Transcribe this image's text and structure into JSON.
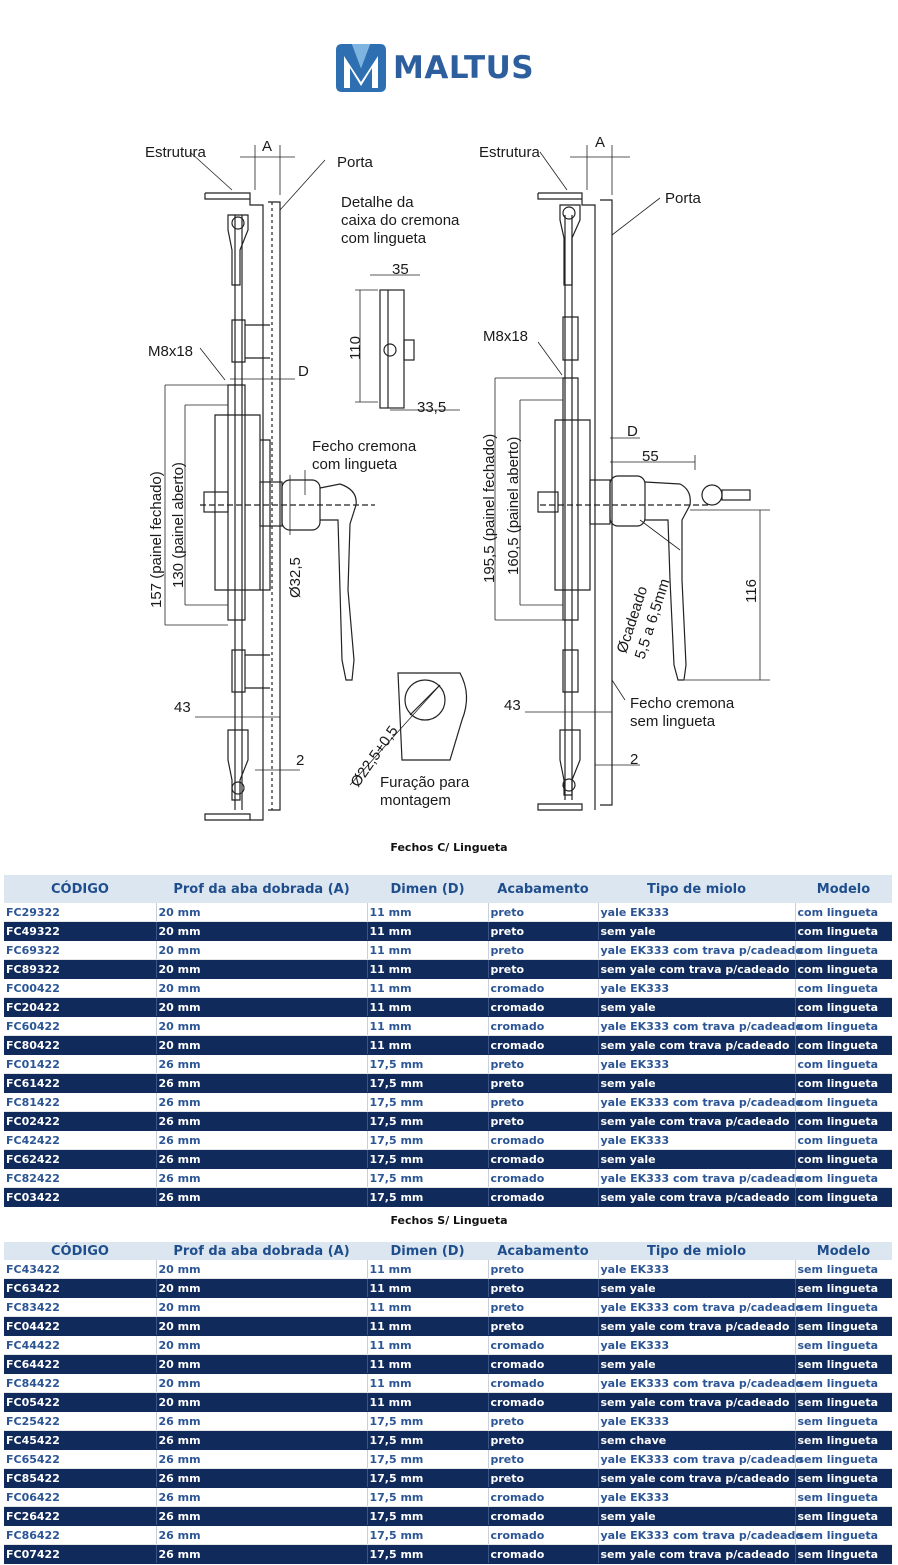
{
  "logo": {
    "text": "MALTUS",
    "brand_color": "#2d5f9e"
  },
  "drawing": {
    "left": {
      "estrutura": "Estrutura",
      "a": "A",
      "porta": "Porta",
      "m8": "M8x18",
      "d": "D",
      "dim157": "157 (painel fechado)",
      "dim130": "130 (painel aberto)",
      "dim32": "Ø32,5",
      "dim43": "43",
      "dim2": "2",
      "detalhe": [
        "Detalhe da",
        "caixa do cremona",
        "com lingueta"
      ],
      "d35": "35",
      "d110": "110",
      "d33": "33,5",
      "fecho": [
        "Fecho cremona",
        "com lingueta"
      ],
      "furo_dim": "Ø22,5+0,5",
      "furacao": [
        "Furação para",
        "montagem"
      ]
    },
    "right": {
      "estrutura": "Estrutura",
      "a": "A",
      "porta": "Porta",
      "m8": "M8x18",
      "d": "D",
      "d55": "55",
      "dim195": "195,5 (painel fechado)",
      "dim160": "160,5 (painel aberto)",
      "cadeado": [
        "Øcadeado",
        "5,5 a 6,5mm"
      ],
      "d116": "116",
      "dim43": "43",
      "dim2": "2",
      "fecho": [
        "Fecho cremona",
        "sem lingueta"
      ]
    }
  },
  "colors": {
    "header_bg": "#dce6f0",
    "header_text": "#1f4e8c",
    "dark_row_bg": "#102a5b",
    "light_row_text": "#2b5594"
  },
  "table1": {
    "caption": "Fechos C/ Lingueta",
    "headers": [
      "CÓDIGO",
      "Prof da aba dobrada (A)",
      "Dimen (D)",
      "Acabamento",
      "Tipo de miolo",
      "Modelo"
    ],
    "rows": [
      [
        "FC29322",
        "20 mm",
        "11 mm",
        "preto",
        "yale EK333",
        "com lingueta"
      ],
      [
        "FC49322",
        "20 mm",
        "11 mm",
        "preto",
        "sem yale",
        "com lingueta"
      ],
      [
        "FC69322",
        "20 mm",
        "11 mm",
        "preto",
        "yale EK333 com trava p/cadeado",
        "com lingueta"
      ],
      [
        "FC89322",
        "20 mm",
        "11 mm",
        "preto",
        "sem yale com trava p/cadeado",
        "com lingueta"
      ],
      [
        "FC00422",
        "20 mm",
        "11 mm",
        "cromado",
        "yale EK333",
        "com lingueta"
      ],
      [
        "FC20422",
        "20 mm",
        "11 mm",
        "cromado",
        "sem yale",
        "com lingueta"
      ],
      [
        "FC60422",
        "20 mm",
        "11 mm",
        "cromado",
        "yale EK333 com trava p/cadeado",
        "com lingueta"
      ],
      [
        "FC80422",
        "20 mm",
        "11 mm",
        "cromado",
        "sem yale com trava p/cadeado",
        "com lingueta"
      ],
      [
        "FC01422",
        "26 mm",
        "17,5 mm",
        "preto",
        "yale EK333",
        "com lingueta"
      ],
      [
        "FC61422",
        "26 mm",
        "17,5 mm",
        "preto",
        "sem yale",
        "com lingueta"
      ],
      [
        "FC81422",
        "26 mm",
        "17,5 mm",
        "preto",
        "yale EK333 com trava p/cadeado",
        "com lingueta"
      ],
      [
        "FC02422",
        "26 mm",
        "17,5 mm",
        "preto",
        "sem yale com trava p/cadeado",
        "com lingueta"
      ],
      [
        "FC42422",
        "26 mm",
        "17,5 mm",
        "cromado",
        "yale EK333",
        "com lingueta"
      ],
      [
        "FC62422",
        "26 mm",
        "17,5 mm",
        "cromado",
        "sem yale",
        "com lingueta"
      ],
      [
        "FC82422",
        "26 mm",
        "17,5 mm",
        "cromado",
        "yale EK333 com trava p/cadeado",
        "com lingueta"
      ],
      [
        "FC03422",
        "26 mm",
        "17,5 mm",
        "cromado",
        "sem yale com trava p/cadeado",
        "com lingueta"
      ]
    ]
  },
  "table2": {
    "caption": "Fechos S/ Lingueta",
    "headers": [
      "CÓDIGO",
      "Prof da aba dobrada (A)",
      "Dimen (D)",
      "Acabamento",
      "Tipo de miolo",
      "Modelo"
    ],
    "rows": [
      [
        "FC43422",
        "20 mm",
        "11 mm",
        "preto",
        "yale EK333",
        "sem lingueta"
      ],
      [
        "FC63422",
        "20 mm",
        "11 mm",
        "preto",
        "sem yale",
        "sem lingueta"
      ],
      [
        "FC83422",
        "20 mm",
        "11 mm",
        "preto",
        "yale EK333 com trava p/cadeado",
        "sem lingueta"
      ],
      [
        "FC04422",
        "20 mm",
        "11 mm",
        "preto",
        "sem yale com trava p/cadeado",
        "sem lingueta"
      ],
      [
        "FC44422",
        "20 mm",
        "11 mm",
        "cromado",
        "yale EK333",
        "sem lingueta"
      ],
      [
        "FC64422",
        "20 mm",
        "11 mm",
        "cromado",
        "sem yale",
        "sem lingueta"
      ],
      [
        "FC84422",
        "20 mm",
        "11 mm",
        "cromado",
        "yale EK333 com trava p/cadeado",
        "sem lingueta"
      ],
      [
        "FC05422",
        "20 mm",
        "11 mm",
        "cromado",
        "sem yale com trava p/cadeado",
        "sem lingueta"
      ],
      [
        "FC25422",
        "26 mm",
        "17,5 mm",
        "preto",
        "yale EK333",
        "sem lingueta"
      ],
      [
        "FC45422",
        "26 mm",
        "17,5 mm",
        "preto",
        "sem chave",
        "sem lingueta"
      ],
      [
        "FC65422",
        "26 mm",
        "17,5 mm",
        "preto",
        "yale EK333 com trava p/cadeado",
        "sem lingueta"
      ],
      [
        "FC85422",
        "26 mm",
        "17,5 mm",
        "preto",
        "sem yale com trava p/cadeado",
        "sem lingueta"
      ],
      [
        "FC06422",
        "26 mm",
        "17,5 mm",
        "cromado",
        "yale EK333",
        "sem lingueta"
      ],
      [
        "FC26422",
        "26 mm",
        "17,5 mm",
        "cromado",
        "sem yale",
        "sem lingueta"
      ],
      [
        "FC86422",
        "26 mm",
        "17,5 mm",
        "cromado",
        "yale EK333 com trava p/cadeado",
        "sem lingueta"
      ],
      [
        "FC07422",
        "26 mm",
        "17,5 mm",
        "cromado",
        "sem yale com trava p/cadeado",
        "sem lingueta"
      ]
    ]
  }
}
